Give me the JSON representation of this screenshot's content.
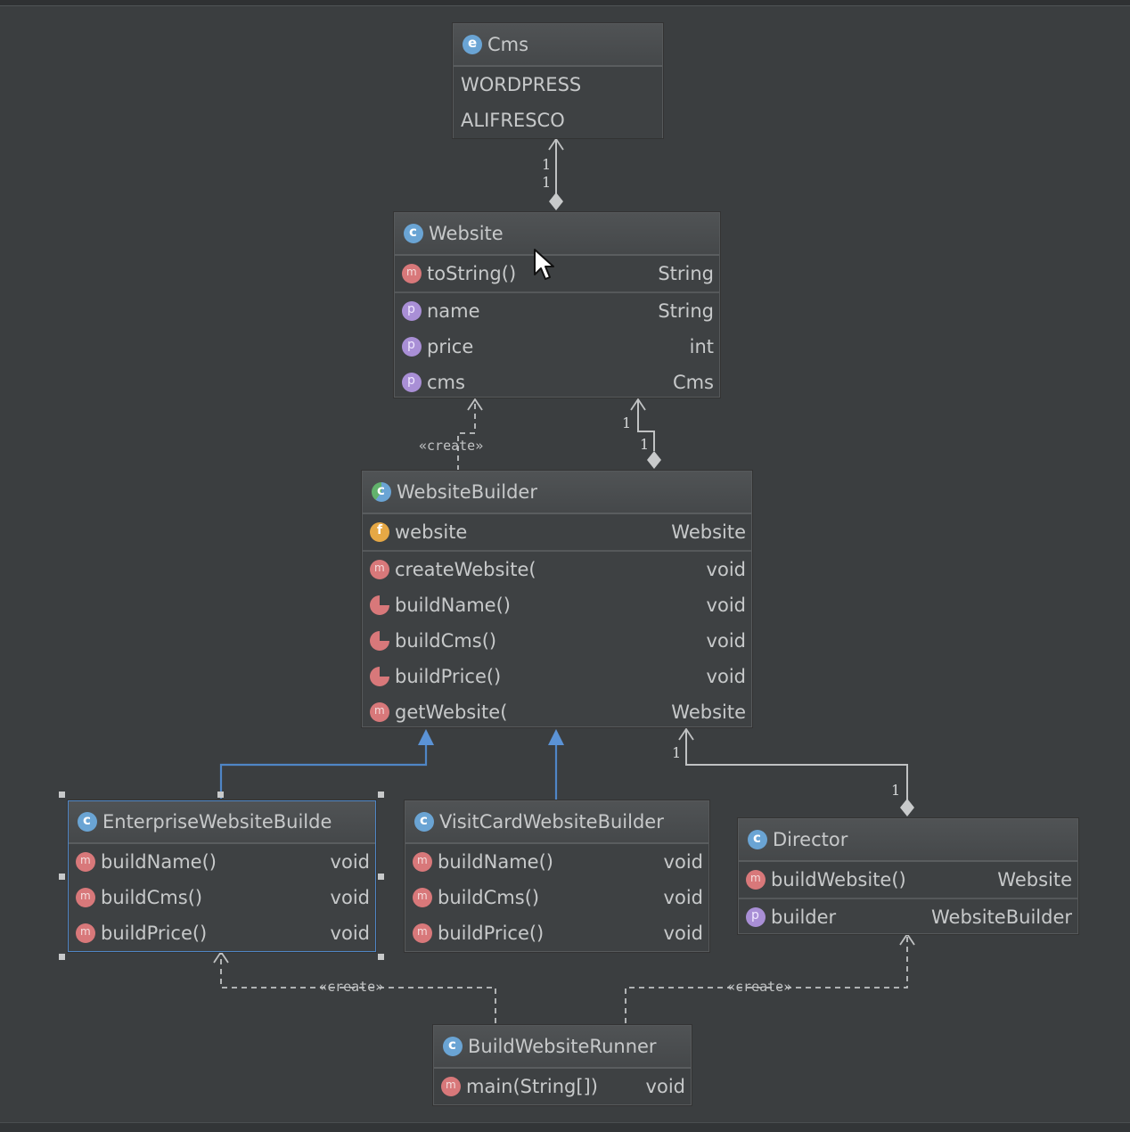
{
  "colors": {
    "background": "#3b3e40",
    "node_bg": "#3e4143",
    "line": "#c0c2c3",
    "inheritance": "#4f86c6",
    "class_icon": "#6aa4d4",
    "method_icon": "#d8787a",
    "field_icon": "#a98fd6",
    "final_icon": "#e6a845"
  },
  "nodes": {
    "cms": {
      "title": "Cms",
      "icon": "enum-icon",
      "constants": [
        "WORDPRESS",
        "ALIFRESCO"
      ]
    },
    "website": {
      "title": "Website",
      "icon": "class-icon",
      "methods": [
        {
          "name": "toString()",
          "type": "String"
        }
      ],
      "fields": [
        {
          "name": "name",
          "type": "String"
        },
        {
          "name": "price",
          "type": "int"
        },
        {
          "name": "cms",
          "type": "Cms"
        }
      ]
    },
    "website_builder": {
      "title": "WebsiteBuilder",
      "icon": "abstract-class-icon",
      "fields": [
        {
          "name": "website",
          "type": "Website"
        }
      ],
      "methods": [
        {
          "name": "createWebsite(",
          "type": "void"
        },
        {
          "name": "buildName()",
          "type": "void"
        },
        {
          "name": "buildCms()",
          "type": "void"
        },
        {
          "name": "buildPrice()",
          "type": "void"
        },
        {
          "name": "getWebsite(",
          "type": "Website"
        }
      ]
    },
    "enterprise": {
      "title": "EnterpriseWebsiteBuilde",
      "icon": "class-icon",
      "methods": [
        {
          "name": "buildName()",
          "type": "void"
        },
        {
          "name": "buildCms()",
          "type": "void"
        },
        {
          "name": "buildPrice()",
          "type": "void"
        }
      ]
    },
    "visitcard": {
      "title": "VisitCardWebsiteBuilder",
      "icon": "class-icon",
      "methods": [
        {
          "name": "buildName()",
          "type": "void"
        },
        {
          "name": "buildCms()",
          "type": "void"
        },
        {
          "name": "buildPrice()",
          "type": "void"
        }
      ]
    },
    "director": {
      "title": "Director",
      "icon": "class-icon",
      "methods": [
        {
          "name": "buildWebsite()",
          "type": "Website"
        }
      ],
      "fields": [
        {
          "name": "builder",
          "type": "WebsiteBuilder"
        }
      ]
    },
    "runner": {
      "title": "BuildWebsiteRunner",
      "icon": "class-icon",
      "methods": [
        {
          "name": "main(String[])",
          "type": "void"
        }
      ]
    }
  },
  "labels": {
    "create": "«create»",
    "multiplicity_one": "1"
  }
}
